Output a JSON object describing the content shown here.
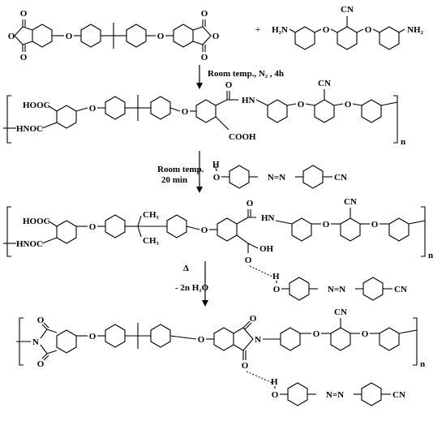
{
  "scheme": {
    "atoms": {
      "O": "O",
      "N": "N",
      "HN": "HN",
      "H": "H",
      "H2N": "H₂N",
      "NH2": "NH₂",
      "CN": "CN",
      "CH3": "CH₃",
      "HOOC": "HOOC",
      "COOH": "COOH",
      "HNOC": "HNOC",
      "OH": "OH",
      "NN": "N=N"
    },
    "plus": "+",
    "repeat_n": "n",
    "step1": {
      "conditions": "Room temp., N₂ , 4h"
    },
    "step2": {
      "conditions_line1": "Room temp.",
      "conditions_line2": "20 min",
      "plus": "+"
    },
    "step3": {
      "conditions_line1": "Δ",
      "conditions_line2": "- 2n H₂O"
    }
  }
}
